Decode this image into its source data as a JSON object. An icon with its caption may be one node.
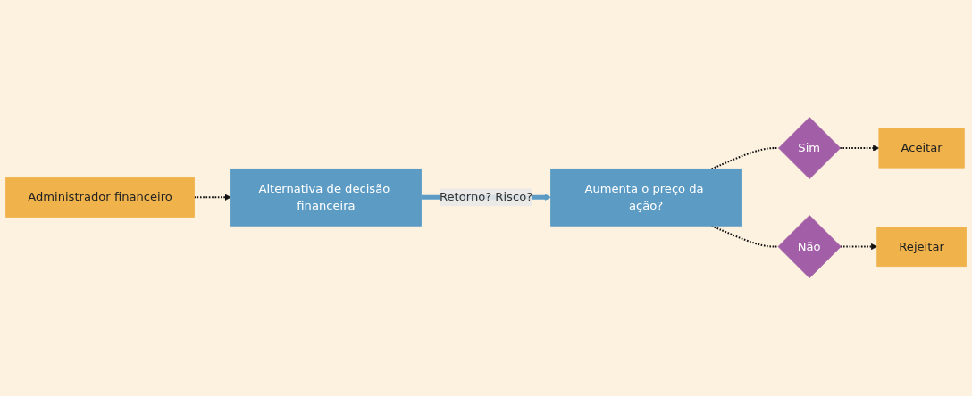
{
  "diagram": {
    "nodes": [
      {
        "text": [
          "Administrador financeiro"
        ]
      },
      {
        "text": [
          "Alternativa de decisão financeira"
        ]
      },
      {
        "text": [
          "Aumenta o preço da ação?"
        ]
      },
      {
        "text": [
          "Sim"
        ]
      },
      {
        "text": [
          "Aceitar"
        ]
      },
      {
        "text": [
          "Não"
        ]
      },
      {
        "text": [
          "Rejeitar"
        ]
      }
    ],
    "edges": [
      {
        "from": 0,
        "to": 1,
        "arrow": "to",
        "style": "dashed"
      },
      {
        "from": 1,
        "to": 2,
        "arrow": "to",
        "label": "Retorno? Risco?",
        "style": "thick",
        "color": "#5b9bc4"
      },
      {
        "from": 2,
        "to": 3,
        "arrow": "none",
        "style": "dashed"
      },
      {
        "from": 3,
        "to": 4,
        "arrow": "to",
        "style": "dashed"
      },
      {
        "from": 2,
        "to": 5,
        "arrow": "none",
        "style": "dashed"
      },
      {
        "from": 5,
        "to": 6,
        "arrow": "to",
        "style": "dashed"
      }
    ]
  }
}
